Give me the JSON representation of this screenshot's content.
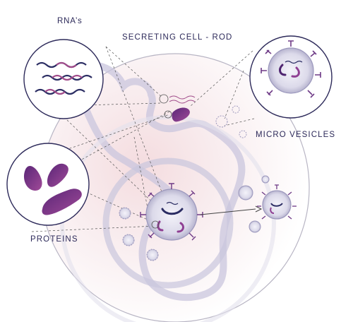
{
  "labels": {
    "title": "SECRETING CELL - ROD",
    "rnas": "RNA’s",
    "micro_vesicles": "MICRO VESICLES",
    "proteins": "PROTEINS"
  },
  "colors": {
    "ink": "#2d2a5a",
    "cell_border": "#b8b5c4",
    "purple_dark": "#4e2470",
    "purple_mid": "#8f3f93",
    "vesicle_fill": "#cfcde0",
    "vesicle_ring": "#8f8bb1",
    "spike": "#6e3a86",
    "membrane": "#c9c6dd",
    "rna_navy": "#2b2d63",
    "rna_magenta": "#a04b8a",
    "dashed": "#555555"
  }
}
